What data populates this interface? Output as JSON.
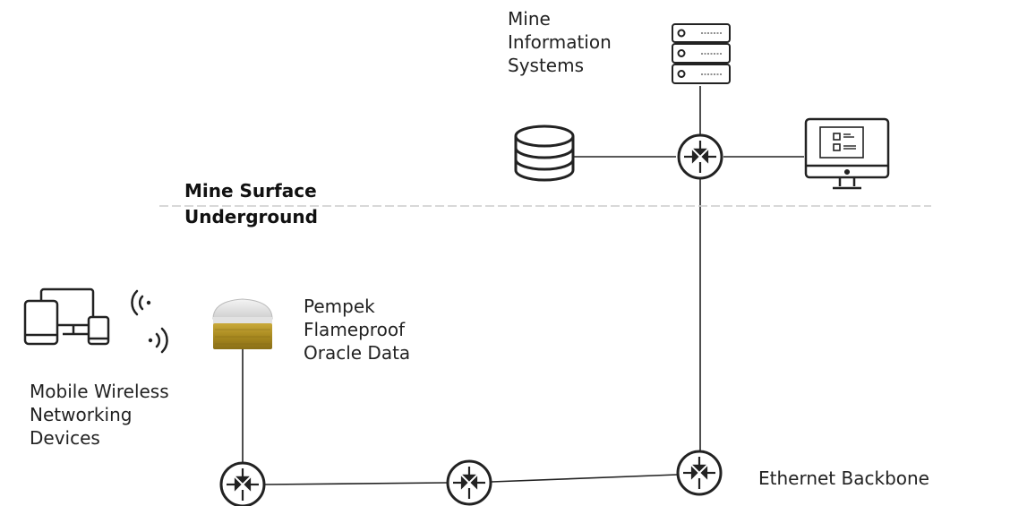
{
  "zones": {
    "surface_label": "Mine Surface",
    "underground_label": "Underground"
  },
  "nodes": {
    "mine_info_systems": {
      "lines": [
        "Mine",
        "Information",
        "Systems"
      ],
      "icon": "server-rack-icon"
    },
    "database": {
      "icon": "database-icon"
    },
    "workstation": {
      "icon": "monitor-icon"
    },
    "surface_router": {
      "icon": "router-icon"
    },
    "flameproof_ap": {
      "lines": [
        "Pempek",
        "Flameproof",
        "Oracle Data"
      ],
      "icon": "access-point-icon"
    },
    "mobile_devices": {
      "lines": [
        "Mobile Wireless",
        "Networking",
        "Devices"
      ],
      "icon": "devices-icon"
    },
    "backbone": {
      "label": "Ethernet Backbone",
      "icon": "router-icon"
    }
  },
  "colors": {
    "line": "#222222",
    "ap_gold": "#b8972a",
    "divider": "#c8c8c8"
  }
}
